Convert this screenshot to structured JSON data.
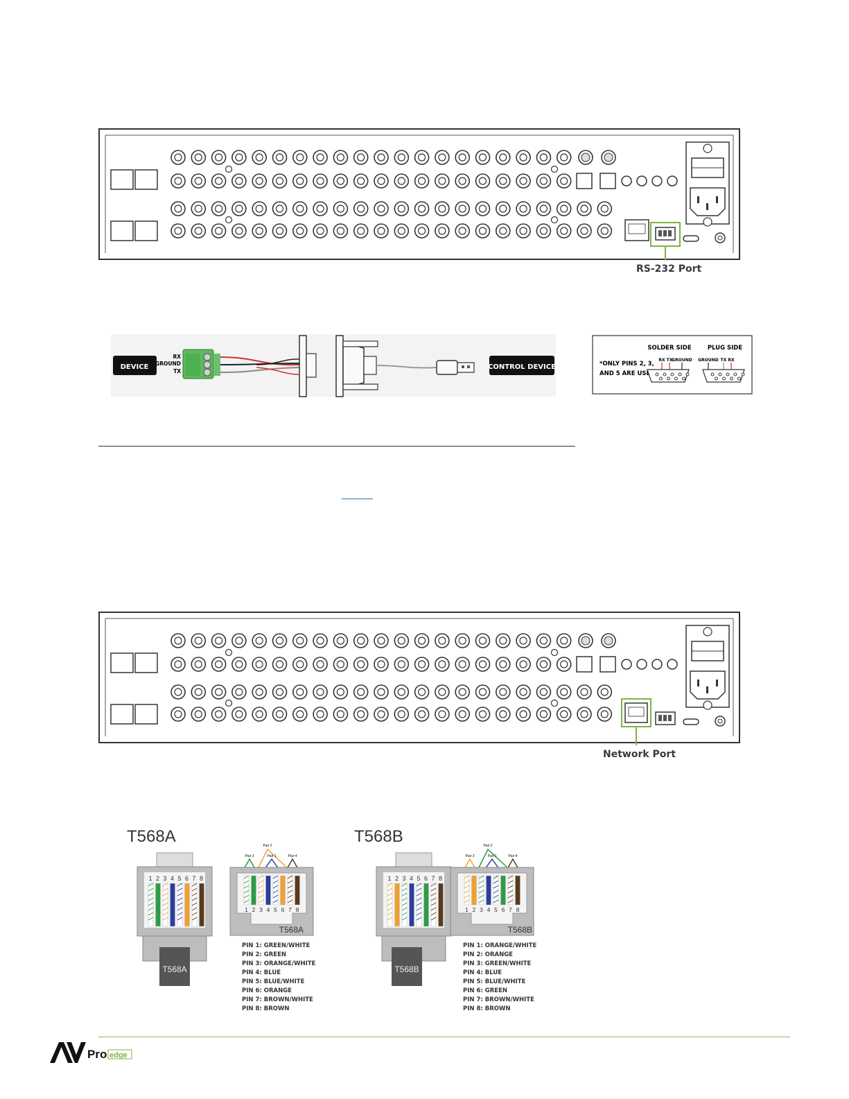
{
  "callouts": {
    "rs232": "RS-232 Port",
    "network": "Network Port"
  },
  "rs232_diagram": {
    "device": "DEVICE",
    "control_device": "CONTROL DEVICE",
    "pins": [
      "RX",
      "GROUND",
      "TX"
    ],
    "note_line1": "*ONLY PINS 2, 3,",
    "note_line2": "AND 5 ARE USED",
    "solder_side": "SOLDER SIDE",
    "plug_side": "PLUG SIDE",
    "solder_labels": [
      "RX",
      "TX",
      "GROUND"
    ],
    "plug_labels": [
      "GROUND",
      "TX",
      "RX"
    ]
  },
  "t568a": {
    "title": "T568A",
    "plug_label": "T568A",
    "jack_label": "T568A",
    "pair_labels": [
      "Pair 3",
      "Pair 2",
      "Pair 1",
      "Pair 4"
    ],
    "numbers": [
      "1",
      "2",
      "3",
      "4",
      "5",
      "6",
      "7",
      "8"
    ],
    "pins": [
      "PIN 1: GREEN/WHITE",
      "PIN 2: GREEN",
      "PIN 3: ORANGE/WHITE",
      "PIN 4: BLUE",
      "PIN 5: BLUE/WHITE",
      "PIN 6: ORANGE",
      "PIN 7: BROWN/WHITE",
      "PIN 8: BROWN"
    ]
  },
  "t568b": {
    "title": "T568B",
    "plug_label": "T568B",
    "jack_label": "T568B",
    "pair_labels": [
      "Pair 3",
      "Pair 2",
      "Pair 1",
      "Pair 4"
    ],
    "numbers": [
      "1",
      "2",
      "3",
      "4",
      "5",
      "6",
      "7",
      "8"
    ],
    "pins": [
      "PIN 1: ORANGE/WHITE",
      "PIN 2: ORANGE",
      "PIN 3: GREEN/WHITE",
      "PIN 4: BLUE",
      "PIN 5: BLUE/WHITE",
      "PIN 6: GREEN",
      "PIN 7: BROWN/WHITE",
      "PIN 8: BROWN"
    ]
  },
  "brand": {
    "av": "AV",
    "pro": "Pro",
    "edge": "edge"
  },
  "colors": {
    "highlight": "#7cb342",
    "green": "#2e9b47",
    "orange": "#f0a030",
    "blue": "#2a3f9a",
    "brown": "#5a3a1e",
    "terminal_green": "#5cb85c"
  }
}
